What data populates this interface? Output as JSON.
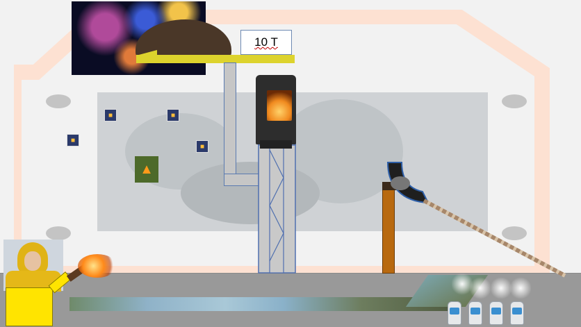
{
  "scene": {
    "weight_label": "10 T",
    "colors": {
      "room_outline": "#fde1d2",
      "floor": "#999999",
      "shelf": "#ddd32d",
      "tower_fill": "#c9c9c9",
      "tower_stroke": "#4f6fb0",
      "post": "#b8690f",
      "yellow_block": "#ffe400"
    },
    "icons": {
      "fireworks": "fireworks-photo",
      "dirt": "dirt-pile",
      "stove": "wood-stove",
      "person": "person-in-raincoat",
      "torch": "flaming-torch",
      "campfire": "campfire",
      "canister": "gas-canister",
      "steam": "steam",
      "catapult": "catapult-arm",
      "sticker": "picture-sticker"
    }
  }
}
